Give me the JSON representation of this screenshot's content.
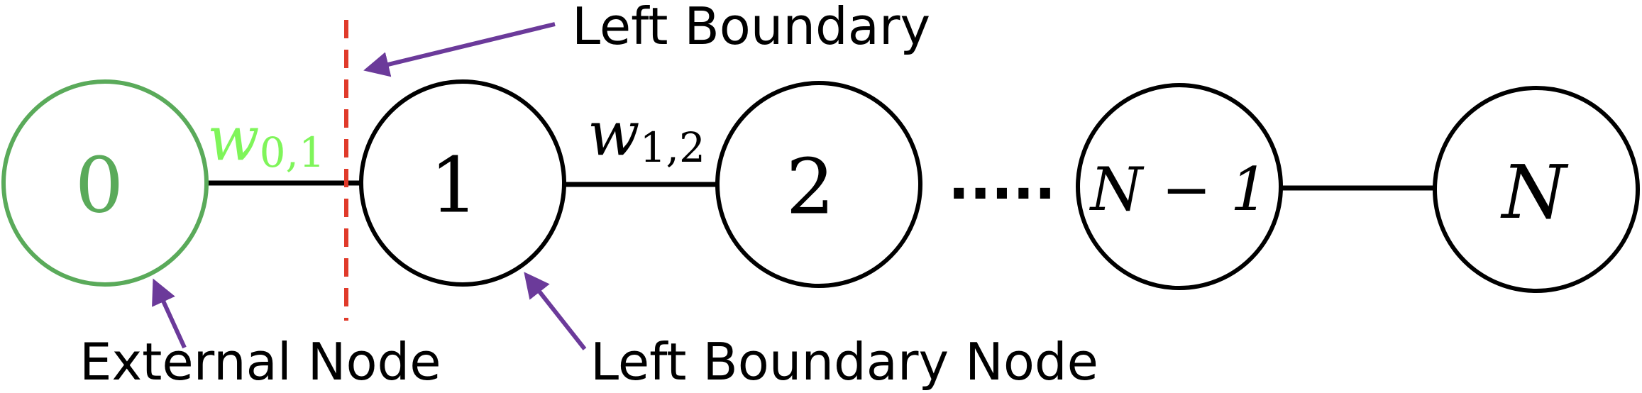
{
  "nodes": {
    "external": {
      "label": "0"
    },
    "n1": {
      "label": "1"
    },
    "n2": {
      "label": "2"
    },
    "nminus1": {
      "label": "N − 1"
    },
    "nlast": {
      "label": "N"
    }
  },
  "ellipsis": ".....",
  "weights": {
    "w01": {
      "symbol": "w",
      "subscript": "0,1"
    },
    "w12": {
      "symbol": "w",
      "subscript": "1,2"
    }
  },
  "annotations": {
    "left_boundary": "Left Boundary",
    "external_node": "External Node",
    "left_boundary_node": "Left Boundary Node"
  },
  "colors": {
    "external_node": "#5aaa5a",
    "weight_external": "#7ff55a",
    "boundary_line": "#e03a2a",
    "arrow": "#6b3a9a",
    "node_stroke": "#000000"
  }
}
